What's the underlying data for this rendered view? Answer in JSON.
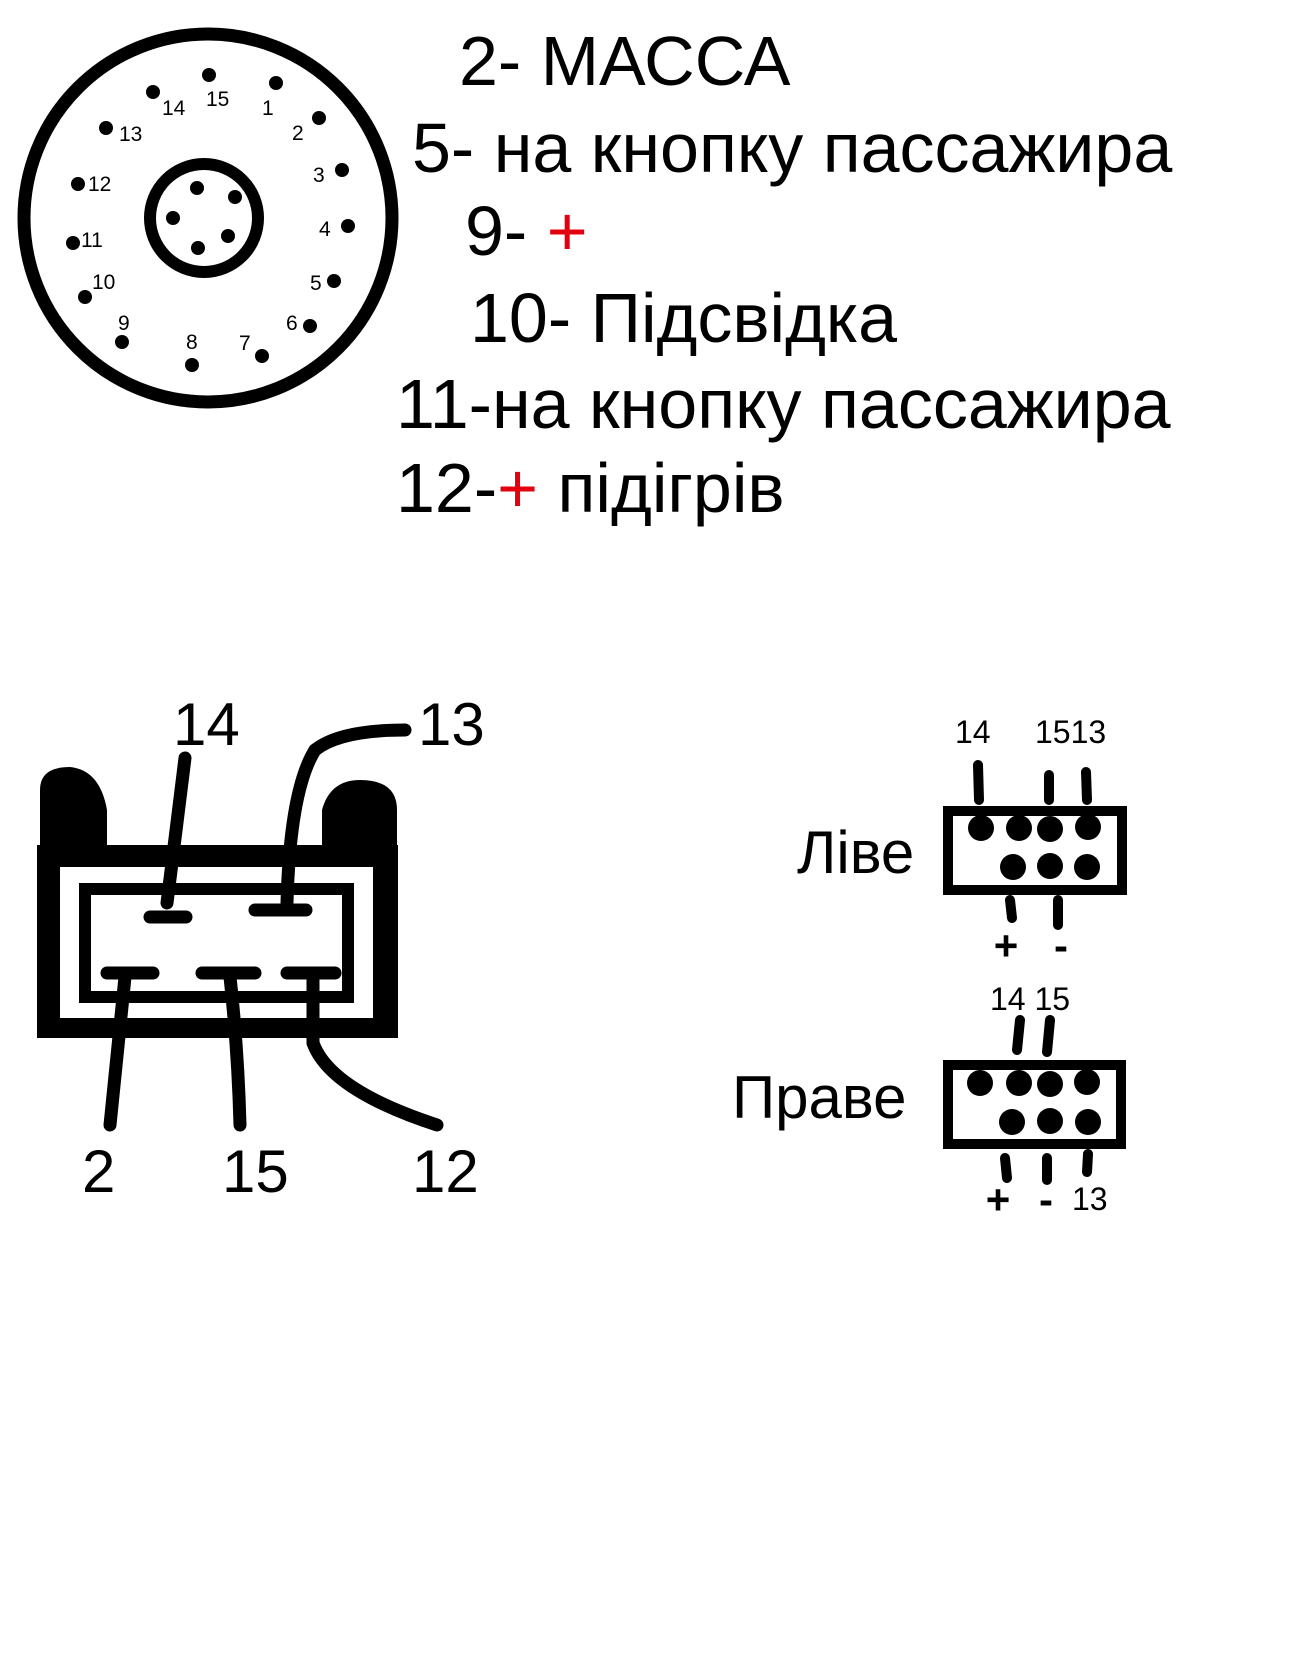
{
  "round_connector": {
    "pins": [
      "1",
      "2",
      "3",
      "4",
      "5",
      "6",
      "7",
      "8",
      "9",
      "10",
      "11",
      "12",
      "13",
      "14",
      "15"
    ]
  },
  "legend": [
    {
      "num": "2- ",
      "plus": "",
      "text": "МАССА"
    },
    {
      "num": "5- ",
      "plus": "",
      "text": "на кнопку пассажира"
    },
    {
      "num": "9- ",
      "plus": "+",
      "text": ""
    },
    {
      "num": "10- ",
      "plus": "",
      "text": "Підсвідка"
    },
    {
      "num": "11-",
      "plus": "",
      "text": "на кнопку пассажира"
    },
    {
      "num": "12-",
      "plus": "+",
      "text": " підігрів"
    }
  ],
  "switch": {
    "top_left": "14",
    "top_right": "13",
    "bottom_left": "2",
    "bottom_mid": "15",
    "bottom_right": "12"
  },
  "left_seat": {
    "title": "Ліве",
    "top_labels": {
      "a": "14",
      "b": "1513"
    },
    "plus": "+",
    "minus": "-"
  },
  "right_seat": {
    "title": "Праве",
    "top_labels": {
      "a": "14 15"
    },
    "plus": "+",
    "minus": "-",
    "extra": "13"
  },
  "colors": {
    "accent_red": "#e3000f",
    "ink": "#000000"
  }
}
